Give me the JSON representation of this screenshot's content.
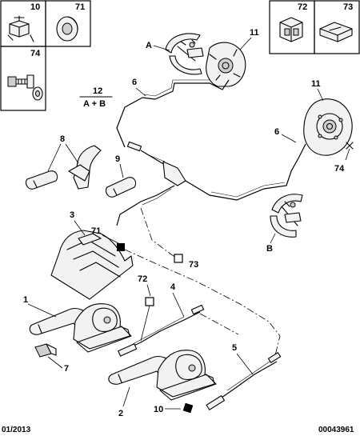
{
  "inset_labels": {
    "i10": "10",
    "i71": "71",
    "i74": "74",
    "i72": "72",
    "i73": "73"
  },
  "callouts": {
    "c12": "12",
    "c12_sub": "A + B",
    "cA": "A",
    "cB": "B",
    "c11_top": "11",
    "c11_right": "11",
    "c6_top": "6",
    "c6_right": "6",
    "c74_right": "74",
    "c8": "8",
    "c9": "9",
    "c3": "3",
    "c71": "71",
    "c73": "73",
    "c72": "72",
    "c4": "4",
    "c1": "1",
    "c7": "7",
    "c5": "5",
    "c2": "2",
    "c10": "10"
  },
  "footer": {
    "date": "01/2013",
    "ref": "00043961"
  }
}
